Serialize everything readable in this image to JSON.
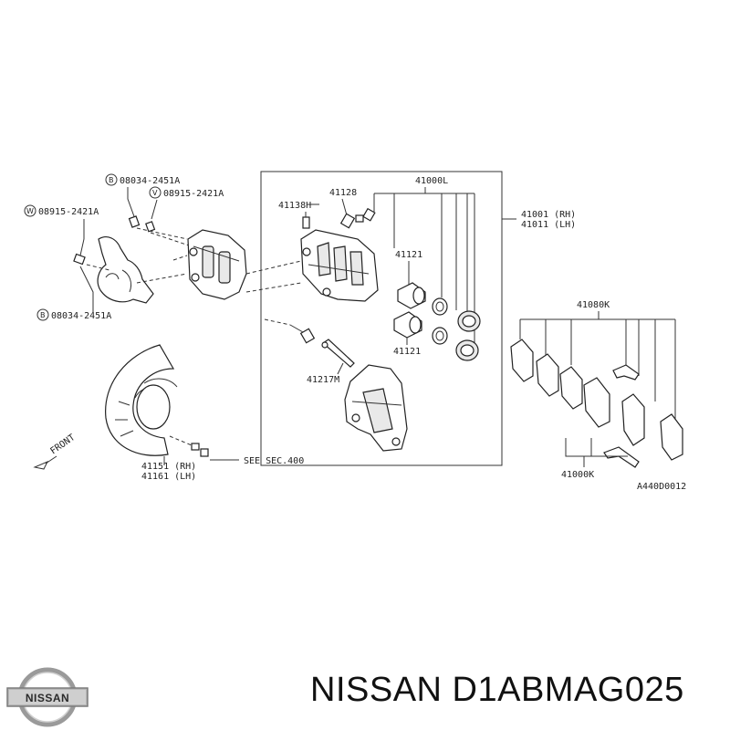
{
  "labels": {
    "bolt_b_top": "08034-2451A",
    "washer_v": "08915-2421A",
    "washer_w": "08915-2421A",
    "bolt_b_bottom": "08034-2451A",
    "circle_b": "B",
    "circle_v": "V",
    "circle_w": "W",
    "bleeder": "41138H",
    "cap": "41128",
    "caliper_assy": "41000L",
    "caliper_rh": "41001 (RH)",
    "caliper_lh": "41011 (LH)",
    "piston_top": "41121",
    "piston_bottom": "41121",
    "pin": "41217M",
    "pad_kit": "41080K",
    "pad_kit_bottom": "41000K",
    "plate_rh": "41151 (RH)",
    "plate_lh": "41161 (LH)",
    "see_sec": "SEE SEC.400",
    "front": "FRONT",
    "diagram_code": "A440D0012"
  },
  "logo": {
    "text": "NISSAN"
  },
  "title": "NISSAN D1ABMAG025"
}
